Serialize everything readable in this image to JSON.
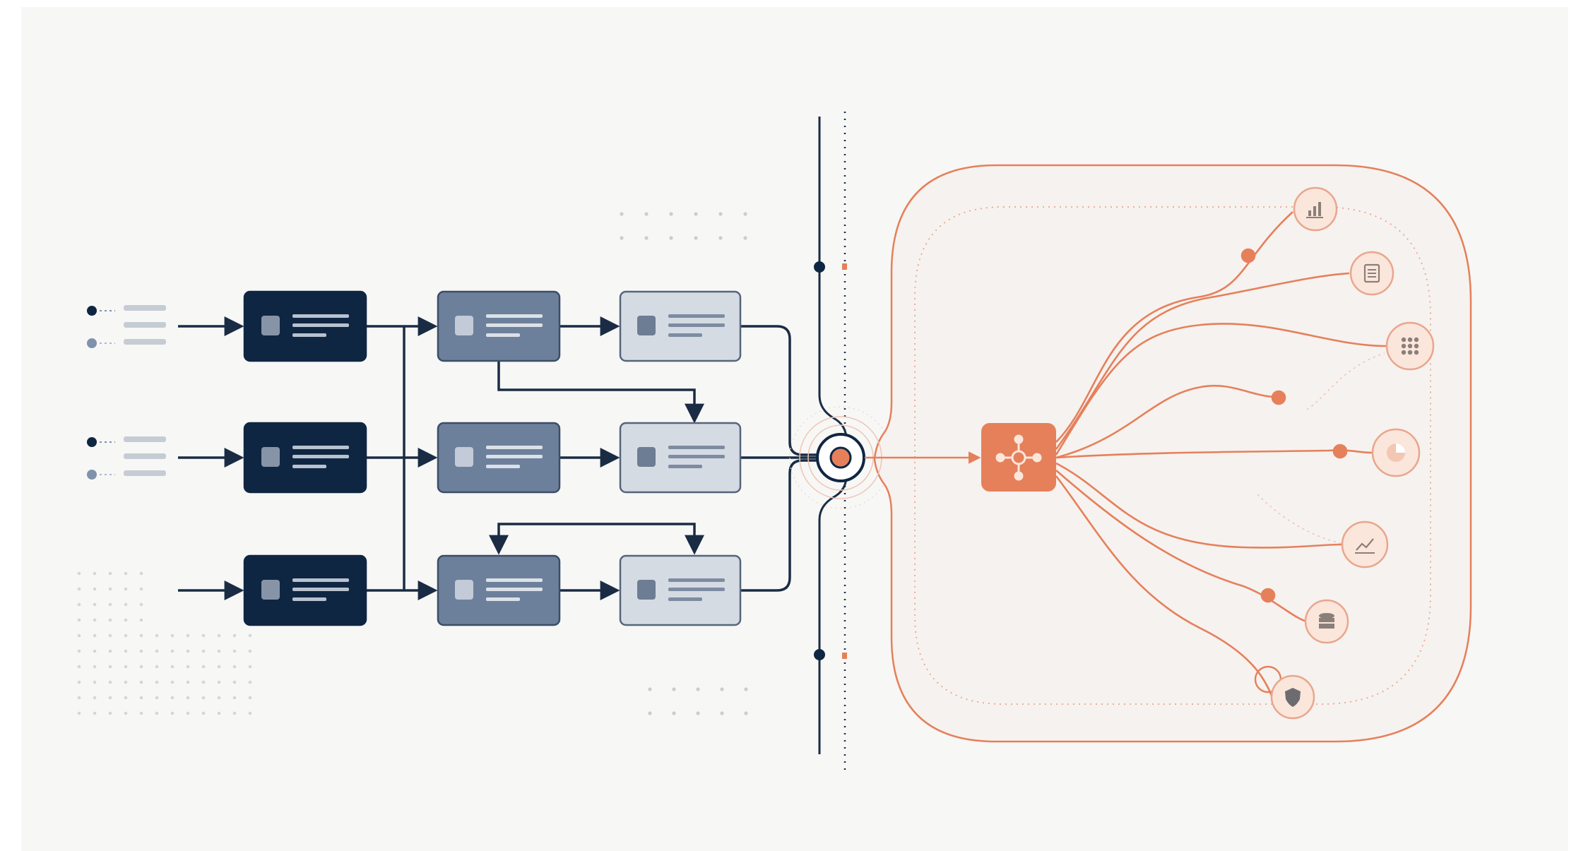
{
  "diagram": {
    "colors": {
      "background": "#f7f7f6",
      "navy": "#0f2642",
      "slate": "#6d809b",
      "light_card": "#d5dbe3",
      "line": "#1a2c44",
      "accent": "#e5805b",
      "accent_light": "#fbe6dc",
      "text_line": "#c6ccd4"
    },
    "input_rows": [
      {
        "name": "input-row-top",
        "bullets": 2
      },
      {
        "name": "input-row-middle",
        "bullets": 2
      },
      {
        "name": "input-row-bottom",
        "bullets": 0
      }
    ],
    "stage_columns": [
      "source",
      "process",
      "review"
    ],
    "hub": {
      "name": "central-merge-node",
      "icon": "target-node-icon"
    },
    "core": {
      "name": "distribution-core",
      "icon": "hub-network-icon"
    },
    "outputs": [
      {
        "name": "output-bar-chart",
        "icon": "bar-chart-icon"
      },
      {
        "name": "output-document",
        "icon": "document-icon"
      },
      {
        "name": "output-grid",
        "icon": "grid-icon"
      },
      {
        "name": "output-pie-chart",
        "icon": "pie-chart-icon"
      },
      {
        "name": "output-line-chart",
        "icon": "line-chart-icon"
      },
      {
        "name": "output-database",
        "icon": "database-icon"
      },
      {
        "name": "output-security",
        "icon": "shield-icon"
      }
    ]
  }
}
